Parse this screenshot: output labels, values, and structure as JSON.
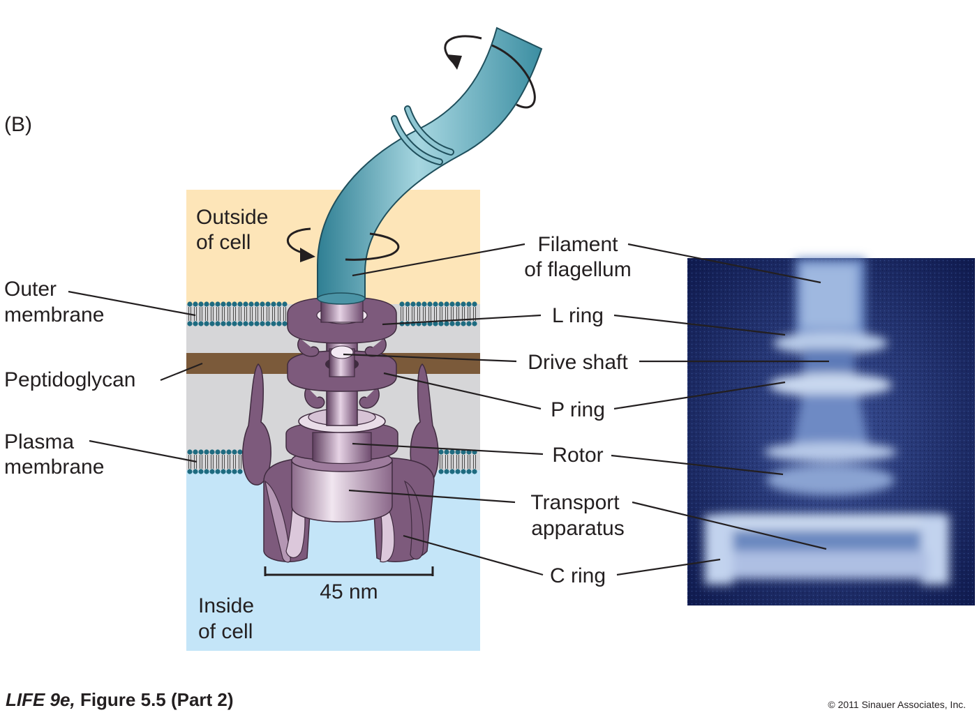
{
  "panel_label": "(B)",
  "regions": {
    "outside_line1": "Outside",
    "outside_line2": "of cell",
    "inside_line1": "Inside",
    "inside_line2": "of cell"
  },
  "left_labels": {
    "outer_membrane_line1": "Outer",
    "outer_membrane_line2": "membrane",
    "peptidoglycan": "Peptidoglycan",
    "plasma_membrane_line1": "Plasma",
    "plasma_membrane_line2": "membrane"
  },
  "right_labels": {
    "filament_line1": "Filament",
    "filament_line2": "of flagellum",
    "l_ring": "L ring",
    "drive_shaft": "Drive shaft",
    "p_ring": "P ring",
    "rotor": "Rotor",
    "transport_line1": "Transport",
    "transport_line2": "apparatus",
    "c_ring": "C ring"
  },
  "scale_bar": "45 nm",
  "footer": {
    "book": "LIFE 9e,",
    "figure": "Figure 5.5 (Part 2)",
    "copyright": "© 2011 Sinauer Associates, Inc."
  },
  "colors": {
    "outside": "#fde5b8",
    "periplasm": "#d6d6d8",
    "peptidoglycan": "#7b5a3a",
    "inside": "#c4e5f8",
    "membrane_dots": "#1e6b80",
    "motor_purple": "#7d5a7c",
    "filament_teal": "#5aa7b8",
    "micrograph_bg": "#1a2a6e"
  }
}
